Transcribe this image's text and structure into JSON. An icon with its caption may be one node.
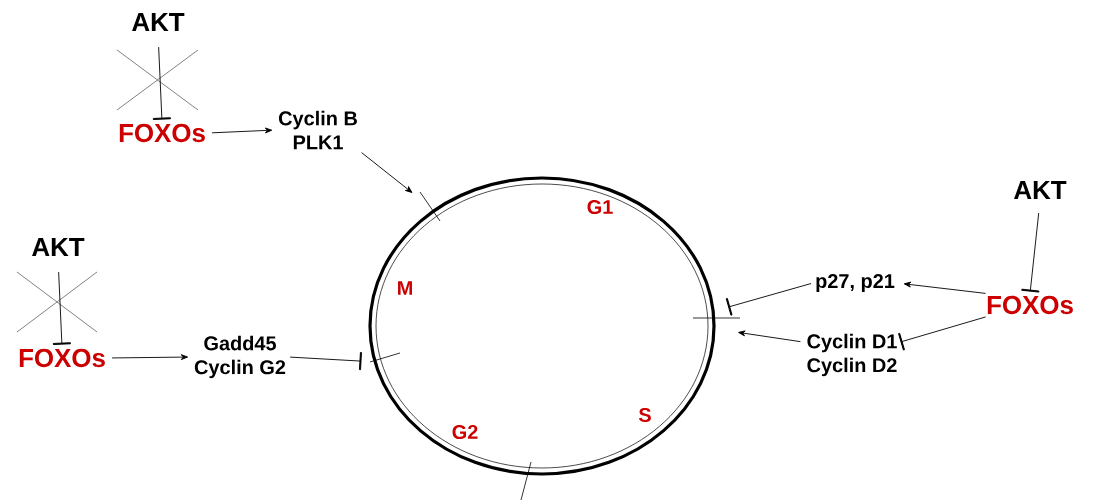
{
  "diagram": {
    "nodes": [
      {
        "text": [
          "AKT"
        ]
      },
      {
        "text": [
          "FOXOs"
        ]
      },
      {
        "text": [
          "Cyclin B",
          "PLK1"
        ]
      },
      {
        "text": [
          "AKT"
        ]
      },
      {
        "text": [
          "FOXOs"
        ]
      },
      {
        "text": [
          "Gadd45",
          "Cyclin G2"
        ]
      },
      {
        "text": [
          "AKT"
        ]
      },
      {
        "text": [
          "FOXOs"
        ]
      },
      {
        "text": [
          "p27, p21"
        ]
      },
      {
        "text": [
          "Cyclin D1",
          "Cyclin D2"
        ]
      },
      {
        "text": [
          "G1",
          "M",
          "G2",
          "S"
        ]
      }
    ],
    "edges": [
      {
        "from": 0,
        "to": 1,
        "arrow": "other"
      },
      {
        "from": 1,
        "to": 2,
        "arrow": "to"
      },
      {
        "from": 2,
        "to": 10,
        "arrow": "to"
      },
      {
        "from": 3,
        "to": 4,
        "arrow": "other"
      },
      {
        "from": 4,
        "to": 5,
        "arrow": "to"
      },
      {
        "from": 5,
        "to": 10,
        "arrow": "other"
      },
      {
        "from": 6,
        "to": 7,
        "arrow": "other"
      },
      {
        "from": 7,
        "to": 8,
        "arrow": "to"
      },
      {
        "from": 8,
        "to": 10,
        "arrow": "other"
      },
      {
        "from": 7,
        "to": 9,
        "arrow": "other"
      },
      {
        "from": 9,
        "to": 10,
        "arrow": "to"
      }
    ]
  }
}
